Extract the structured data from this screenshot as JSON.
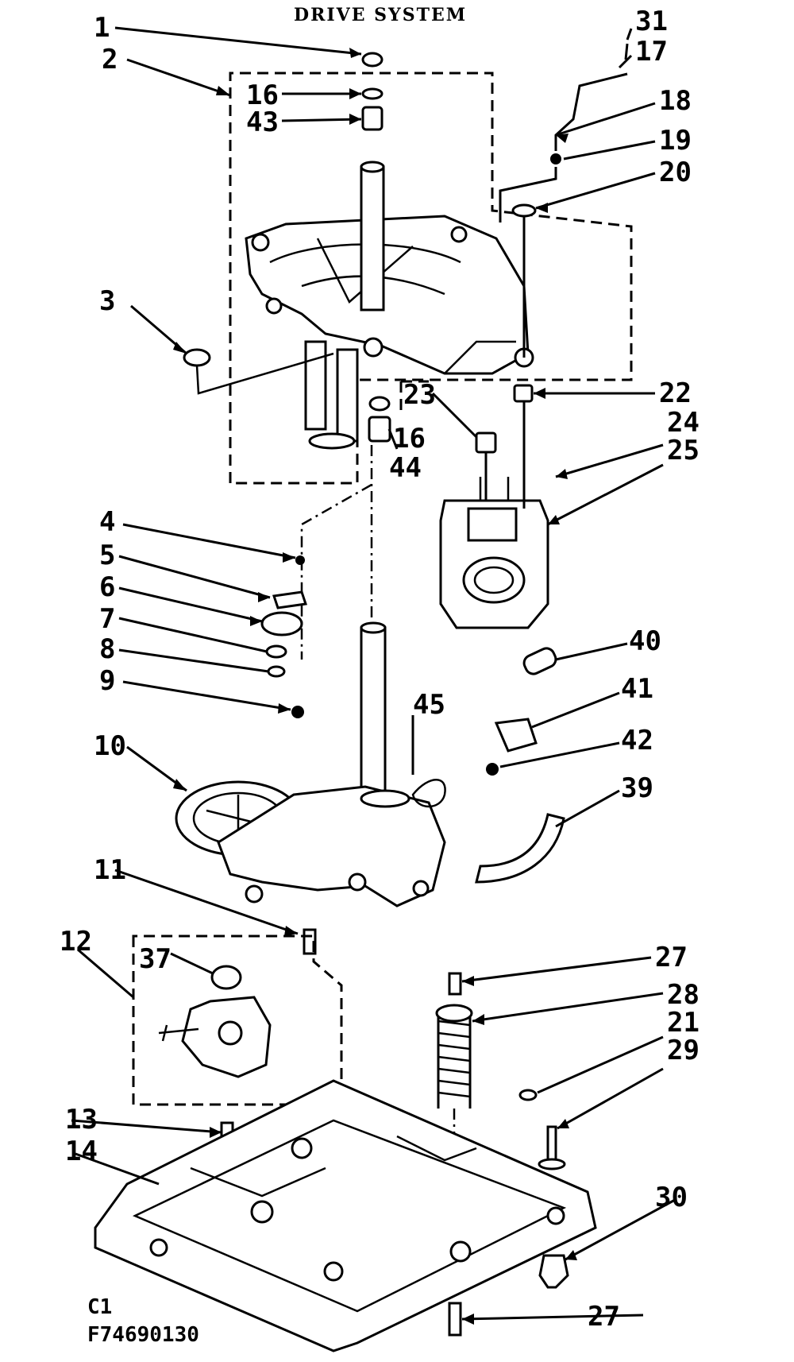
{
  "diagram": {
    "title": "DRIVE SYSTEM",
    "footer": {
      "code1": "C1",
      "code2": "F74690130"
    },
    "callouts": {
      "c1": "1",
      "c2": "2",
      "c3": "3",
      "c4": "4",
      "c5": "5",
      "c6": "6",
      "c7": "7",
      "c8": "8",
      "c9": "9",
      "c10": "10",
      "c11": "11",
      "c12": "12",
      "c13": "13",
      "c14": "14",
      "c16a": "16",
      "c16b": "16",
      "c17": "17",
      "c18": "18",
      "c19": "19",
      "c20": "20",
      "c21": "21",
      "c22": "22",
      "c23": "23",
      "c24": "24",
      "c25": "25",
      "c27a": "27",
      "c27b": "27",
      "c28": "28",
      "c29": "29",
      "c30": "30",
      "c31": "31",
      "c37": "37",
      "c39": "39",
      "c40": "40",
      "c41": "41",
      "c42": "42",
      "c43": "43",
      "c44": "44",
      "c45": "45"
    }
  }
}
